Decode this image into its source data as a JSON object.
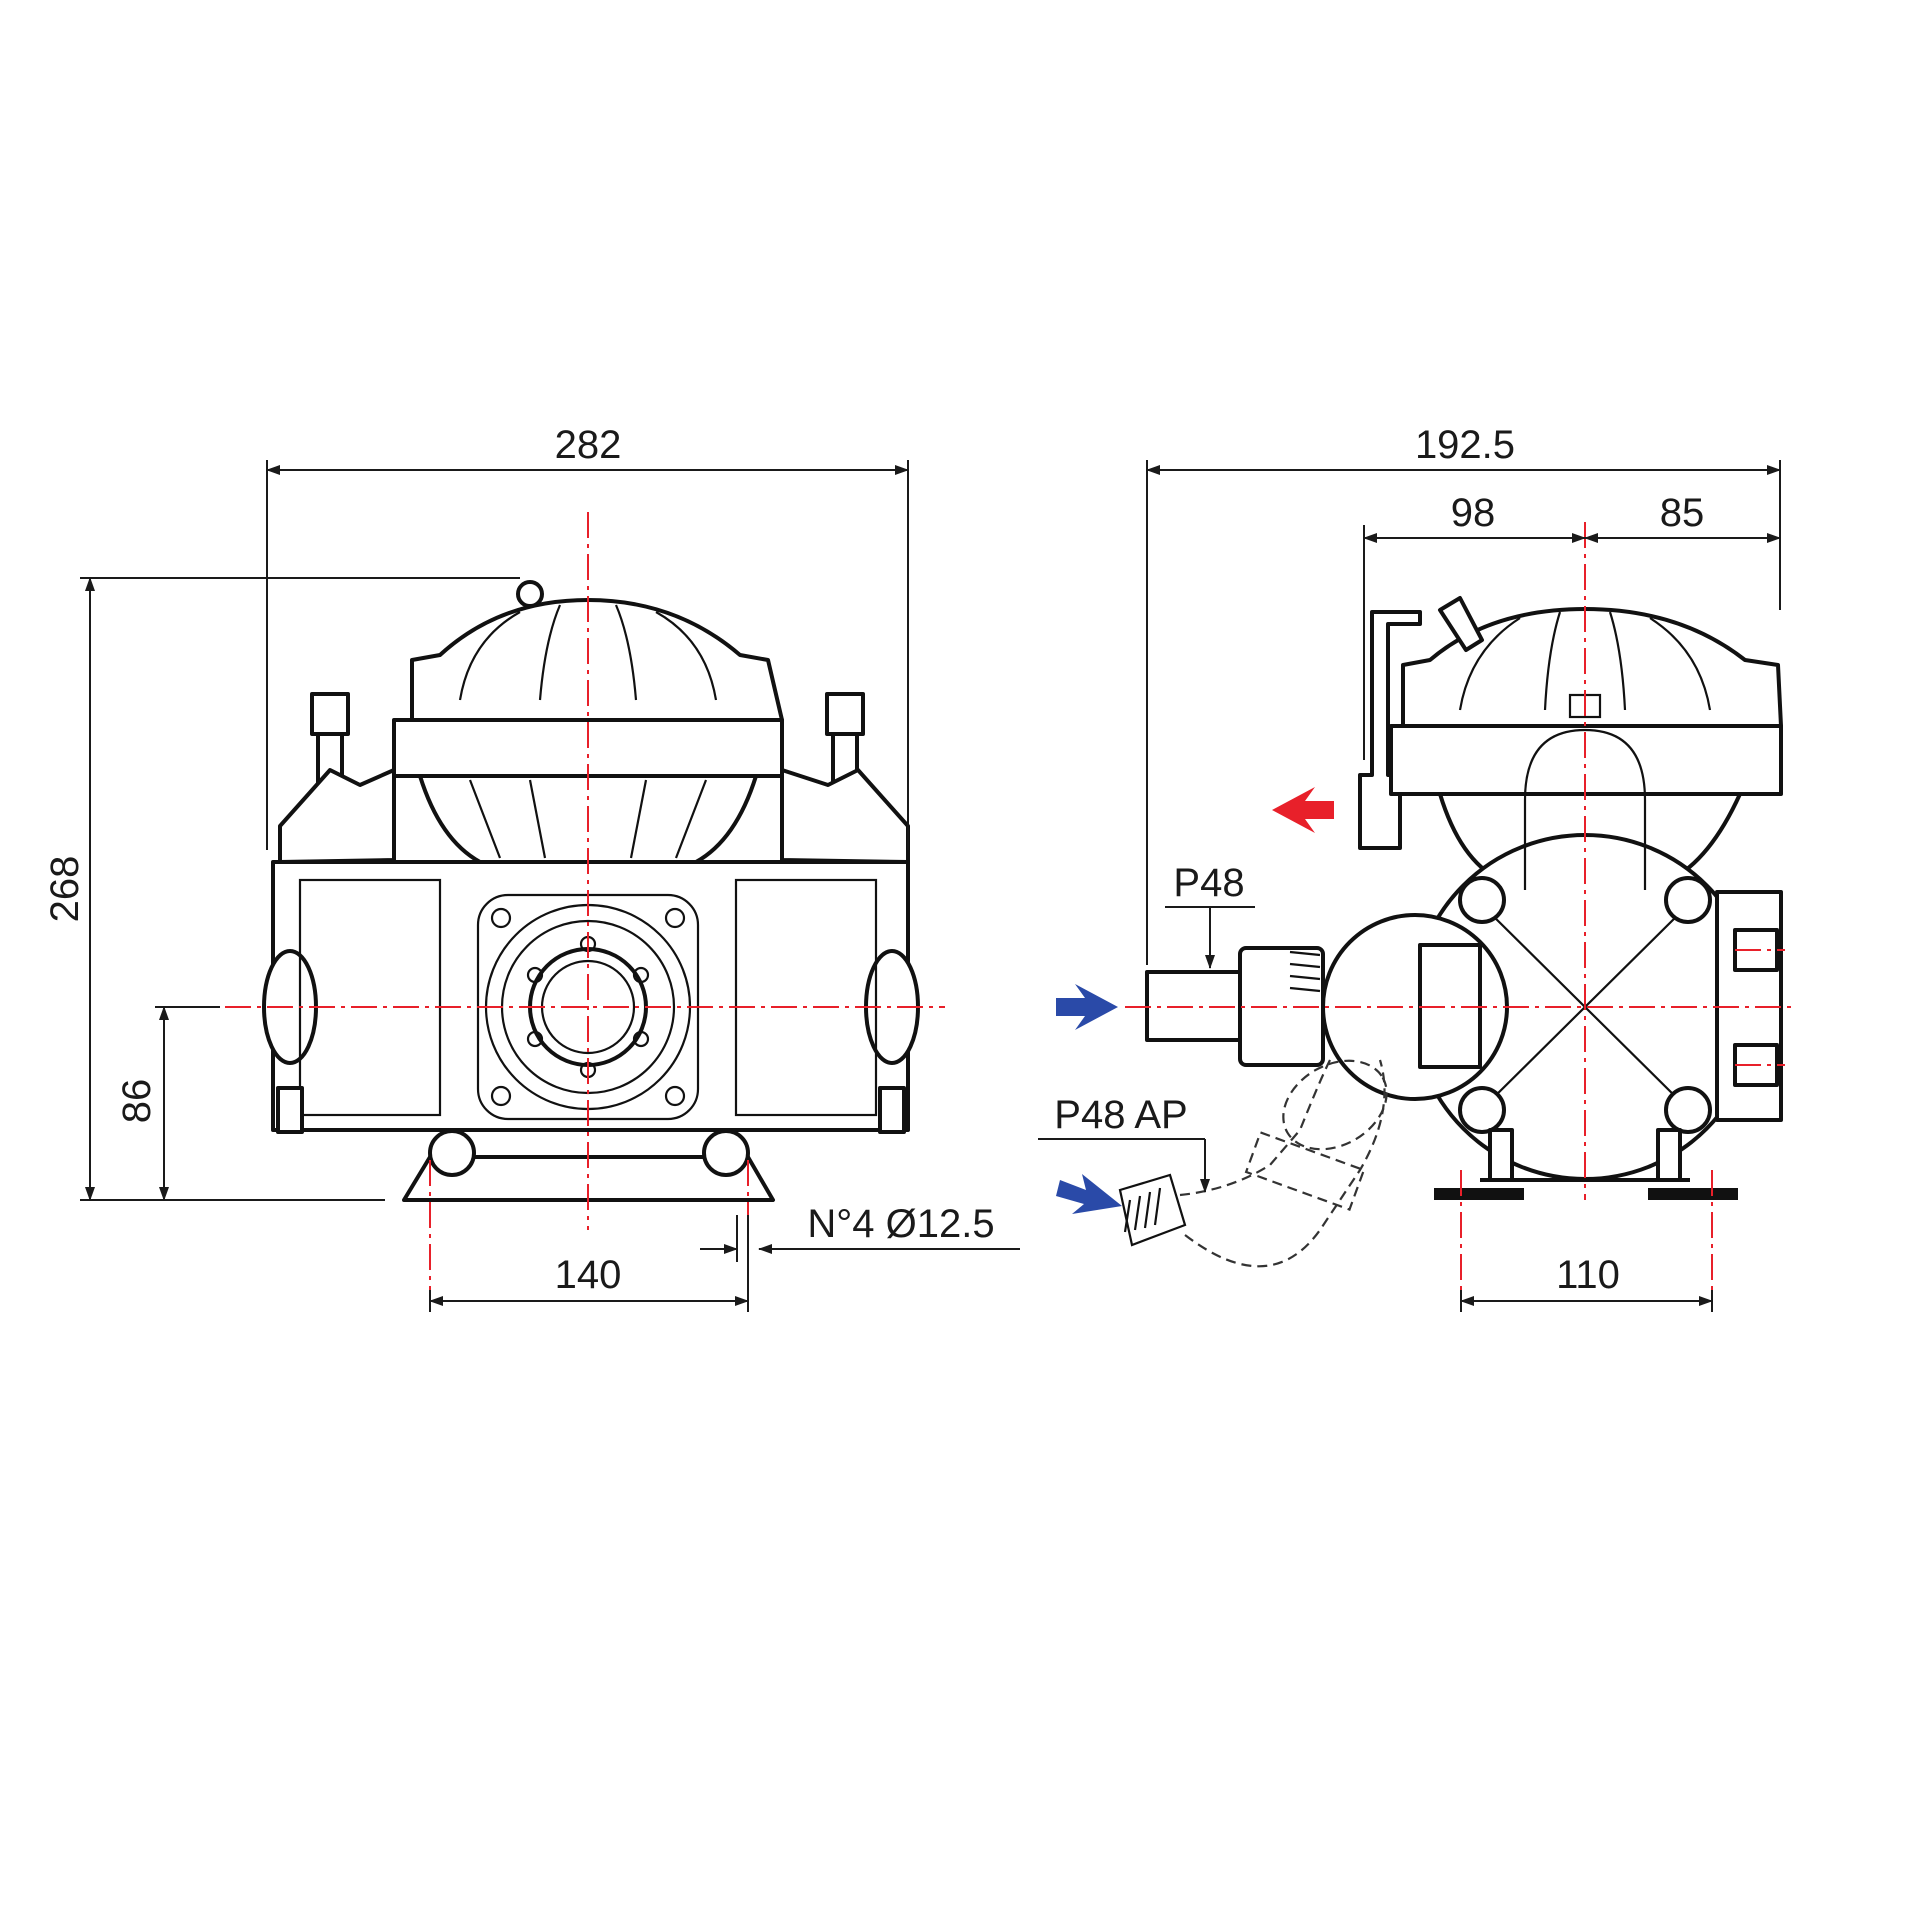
{
  "drawing": {
    "dimensions": {
      "overall_width_front": "282",
      "overall_height": "268",
      "shaft_height": "86",
      "foot_holes_spacing_front": "140",
      "mounting_holes": "N°4 Ø12.5",
      "overall_depth_side": "192.5",
      "depth_front_part": "98",
      "depth_rear_part": "85",
      "foot_holes_spacing_side": "110"
    },
    "callouts": {
      "inlet_standard": "P48",
      "inlet_alternative": "P48 AP"
    },
    "colors": {
      "centerline": "#e8202a",
      "inlet_arrow": "#2a4aa8",
      "outlet_arrow": "#e8202a",
      "line": "#111111"
    },
    "icons": {
      "inlet": "arrow-right-icon",
      "outlet": "arrow-left-icon"
    }
  }
}
